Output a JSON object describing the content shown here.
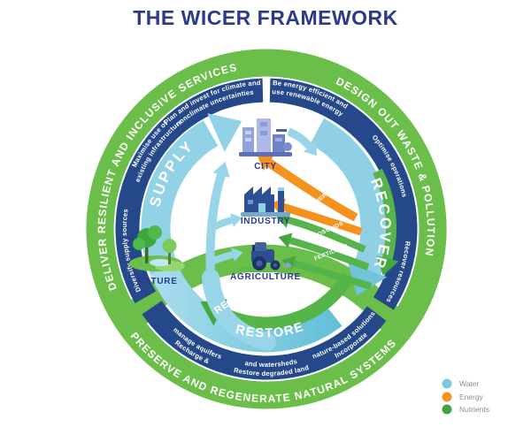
{
  "title": "THE WICER FRAMEWORK",
  "colors": {
    "ring_green": "#6CBE4B",
    "ring_navy": "#24488A",
    "water_blue": "#8FD0E4",
    "water_teal": "#70C3D9",
    "energy_orange": "#F5921E",
    "nutrients_green": "#45A83C",
    "title_navy": "#2D3A8C"
  },
  "ring": {
    "segments": [
      {
        "label": "DELIVER RESILIENT AND INCLUSIVE SERVICES"
      },
      {
        "label": "DESIGN OUT WASTE & POLLUTION"
      },
      {
        "label": "PRESERVE AND REGENERATE NATURAL SYSTEMS"
      }
    ],
    "practices": {
      "plan_line1": "Plan and invest for climate and",
      "plan_line2": "nonclimate uncertainties",
      "maximise_line1": "Maximise use of",
      "maximise_line2": "existing infrastructure",
      "diversify": "Diversify supply sources",
      "be_energy_line1": "Be energy efficient and",
      "be_energy_line2": "use renewable energy",
      "optimise": "Optimise operations",
      "recover_resources": "Recover resources",
      "recharge_line1": "Recharge &",
      "recharge_line2": "manage aquifers",
      "restore_line1": "Restore degraded land",
      "restore_line2": "and watersheds",
      "incorporate_line1": "Incorporate",
      "incorporate_line2": "nature-based solutions"
    }
  },
  "cycle": {
    "supply": "SUPPLY",
    "recover": "RECOVER",
    "restore": "RESTORE",
    "reuse": "REUSE"
  },
  "flows": {
    "energy": "ENERGY",
    "biosolids": "BIOSOLIDS",
    "fertiliser": "FERTILISER"
  },
  "nodes": {
    "city": "CITY",
    "industry": "INDUSTRY",
    "agriculture": "AGRICULTURE",
    "nature": "NATURE"
  },
  "legend": [
    {
      "label": "Water",
      "color": "#7CC9DE"
    },
    {
      "label": "Energy",
      "color": "#F5921E"
    },
    {
      "label": "Nutrients",
      "color": "#3FA33F"
    }
  ]
}
